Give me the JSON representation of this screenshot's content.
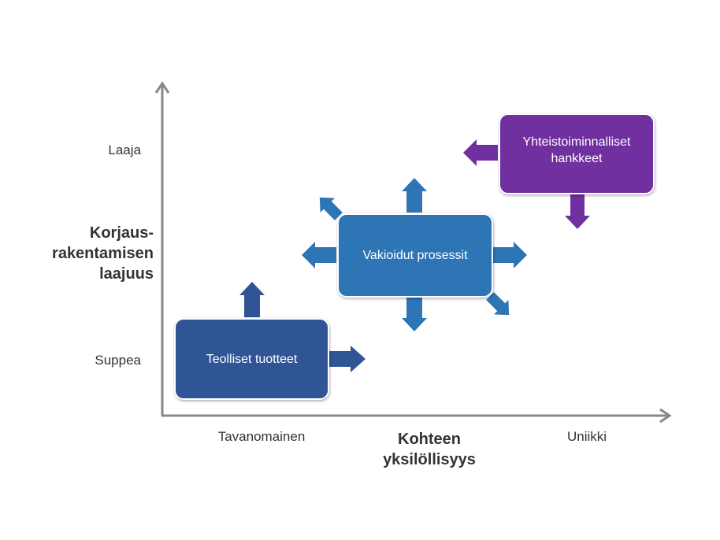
{
  "colors": {
    "axis": "#888888",
    "industrial": "#2F5597",
    "standardized": "#2E75B6",
    "collaborative": "#7030A0",
    "text": "#333333"
  },
  "y_axis": {
    "title_lines": [
      "Korjaus-",
      "rakentamisen",
      "laajuus"
    ],
    "ticks": {
      "high": "Laaja",
      "low": "Suppea"
    }
  },
  "x_axis": {
    "title_lines": [
      "Kohteen",
      "yksilöllisyys"
    ],
    "ticks": {
      "low": "Tavanomainen",
      "high": "Uniikki"
    }
  },
  "nodes": [
    {
      "id": "industrial",
      "label": "Teolliset tuotteet",
      "arrows": [
        "up",
        "right"
      ]
    },
    {
      "id": "standardized",
      "label": "Vakioidut prosessit",
      "arrows": [
        "up",
        "down",
        "left",
        "right",
        "up-left",
        "down-right"
      ]
    },
    {
      "id": "collaborative",
      "label_lines": [
        "Yhteistoiminnalliset",
        "hankkeet"
      ],
      "arrows": [
        "left",
        "down"
      ]
    }
  ]
}
